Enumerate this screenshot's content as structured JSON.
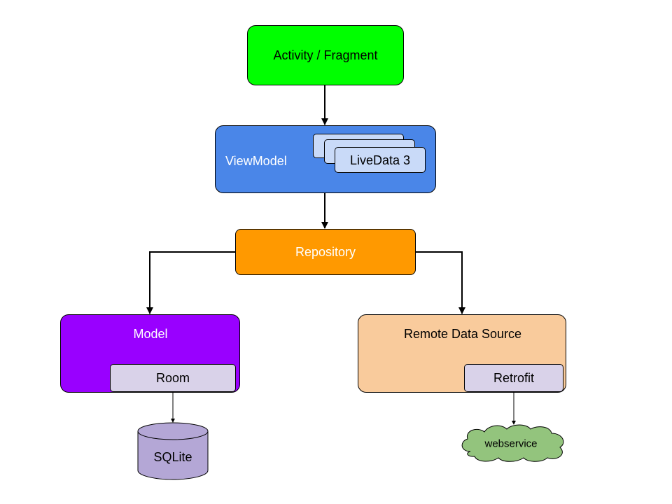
{
  "nodes": {
    "activity": {
      "label": "Activity / Fragment",
      "color": "#00ff00"
    },
    "viewmodel": {
      "label": "ViewModel",
      "color": "#4a86e8",
      "livedata_label": "LiveData 3",
      "livedata_color": "#c9daf8"
    },
    "repository": {
      "label": "Repository",
      "color": "#ff9900"
    },
    "model": {
      "label": "Model",
      "color": "#9900ff",
      "child_label": "Room"
    },
    "remote": {
      "label": "Remote Data Source",
      "color": "#f9cb9c",
      "child_label": "Retrofit"
    },
    "sqlite": {
      "label": "SQLite",
      "color": "#b4a7d6"
    },
    "webservice": {
      "label": "webservice",
      "color": "#93c47d"
    }
  }
}
